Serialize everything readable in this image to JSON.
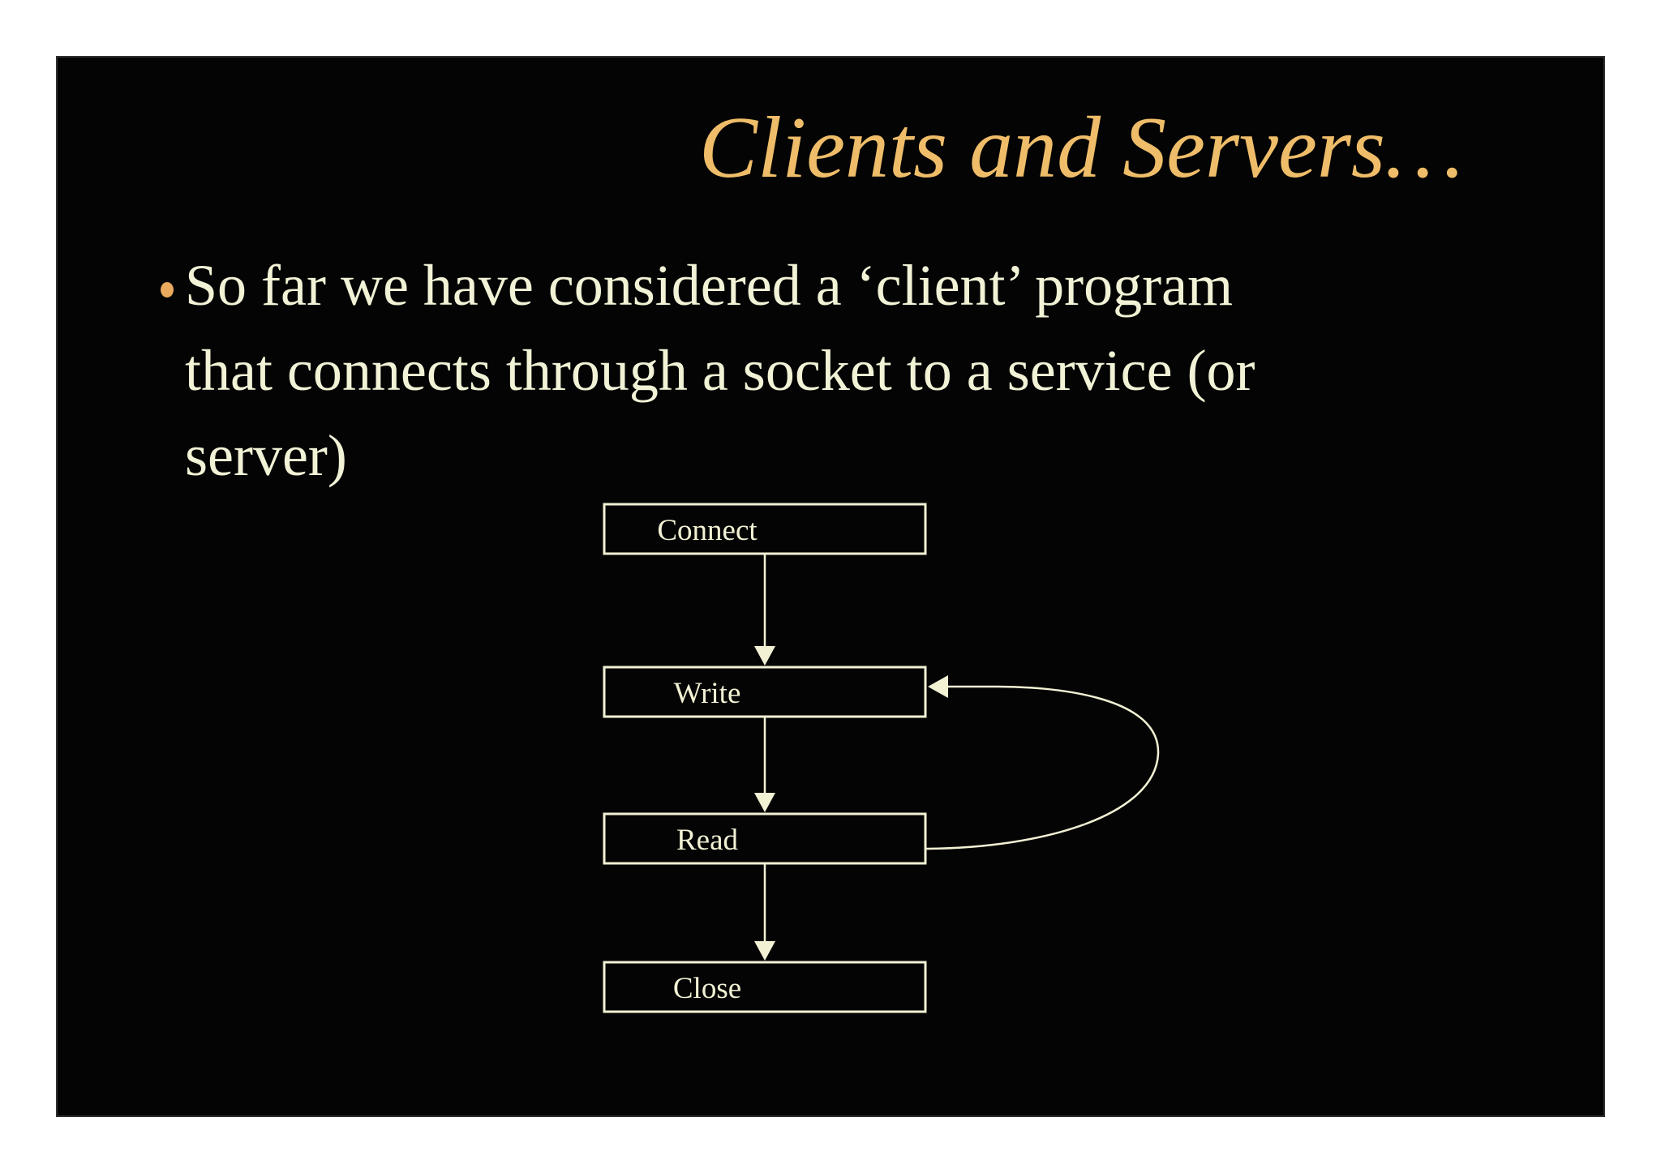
{
  "slide": {
    "title": "Clients and Servers…",
    "bullet_lines": [
      "So far we have considered a ‘client’ program",
      "that connects through a socket to a service (or",
      "server)"
    ],
    "colors": {
      "page_background": "#ffffff",
      "slide_background": "#040404",
      "title_text": "#efbd69",
      "body_text": "#f2f2d6",
      "bullet_dot": "#ecaa5e",
      "diagram_stroke": "#f2f1d4"
    }
  },
  "diagram": {
    "type": "flowchart",
    "nodes": [
      {
        "label": "Connect"
      },
      {
        "label": "Write"
      },
      {
        "label": "Read"
      },
      {
        "label": "Close"
      }
    ],
    "edges": [
      {
        "from": "Connect",
        "to": "Write",
        "style": "straight-down-arrow"
      },
      {
        "from": "Write",
        "to": "Read",
        "style": "straight-down-arrow"
      },
      {
        "from": "Read",
        "to": "Close",
        "style": "straight-down-arrow"
      },
      {
        "from": "Read",
        "to": "Write",
        "style": "curved-loop-back-arrow"
      }
    ]
  }
}
